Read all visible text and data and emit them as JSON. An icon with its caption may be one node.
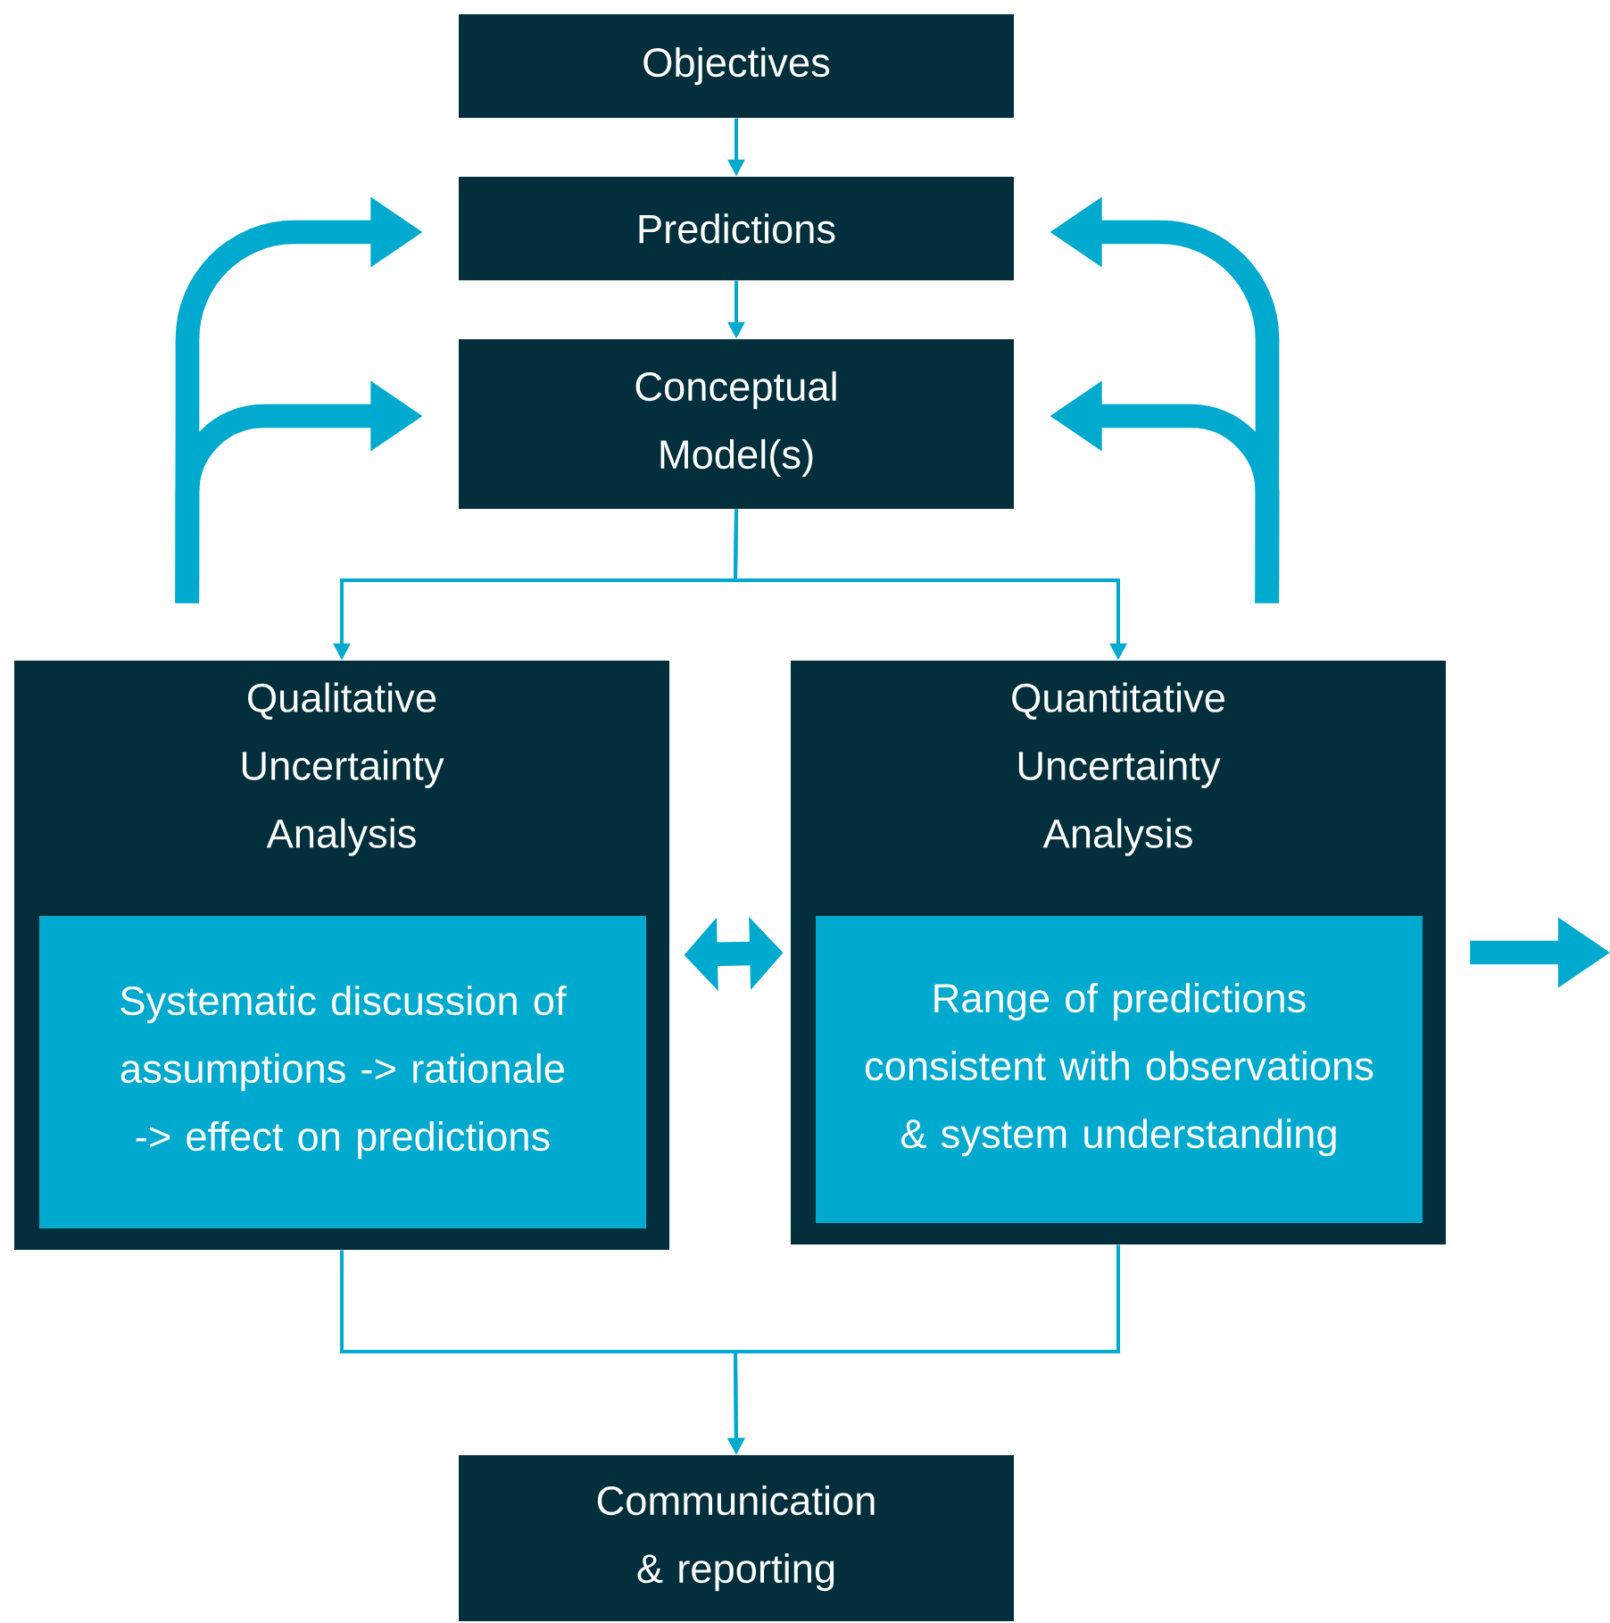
{
  "diagram": {
    "nodes": [
      {
        "text": [
          "Objectives"
        ]
      },
      {
        "text": [
          "Predictions"
        ]
      },
      {
        "text": [
          "Conceptual Model(s)"
        ]
      },
      {
        "text": [
          "Qualitative Uncertainty Analysis"
        ]
      },
      {
        "text": [
          "Systematic discussion of assumptions -> rationale -> effect on predictions"
        ],
        "in": 3
      },
      {
        "text": [
          "Quantitative Uncertainty Analysis"
        ]
      },
      {
        "text": [
          "Range of predictions consistent with observations & system understanding"
        ],
        "in": 5
      },
      {
        "text": [
          "Communication & reporting"
        ]
      }
    ],
    "edges": [
      {
        "from": 0,
        "to": 1,
        "arrow": "to"
      },
      {
        "from": 1,
        "to": 2,
        "arrow": "to"
      },
      {
        "from": 2,
        "to": 3,
        "arrow": "to"
      },
      {
        "from": 2,
        "to": 5,
        "arrow": "to"
      },
      {
        "from": 3,
        "to": 1,
        "arrow": "to",
        "style": "thick"
      },
      {
        "from": 3,
        "to": 2,
        "arrow": "to",
        "style": "thick"
      },
      {
        "from": 5,
        "to": 1,
        "arrow": "to",
        "style": "thick"
      },
      {
        "from": 5,
        "to": 2,
        "arrow": "to",
        "style": "thick"
      },
      {
        "from": 3,
        "to": 5,
        "arrow": "both",
        "style": "thick"
      },
      {
        "from": 5,
        "to": null,
        "arrow": "to",
        "style": "thick"
      },
      {
        "from": 3,
        "to": 7,
        "arrow": "to"
      },
      {
        "from": 5,
        "to": 7,
        "arrow": "to"
      }
    ]
  }
}
